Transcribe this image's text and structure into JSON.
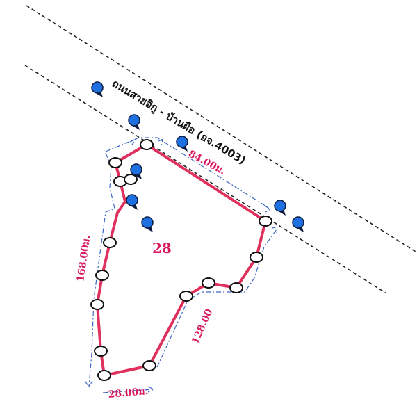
{
  "map": {
    "road_name": "ถนนสายอิกู - บ้านผือ (อจ.4003)",
    "parcel_number": "28",
    "dimensions": {
      "north_edge": "84.00ม.",
      "west_edge": "168.00ม.",
      "south_edge": "28.00ม.",
      "southeast_edge": "128.00"
    },
    "colors": {
      "boundary": "#e0315e",
      "marker": "#1e6fe0",
      "dimension_text": "#d81b60",
      "road_line": "#222222",
      "guide_line": "#3a66c4"
    },
    "icons": {
      "boundary_vertex": "circle-marker-icon",
      "location_pin": "blue-pin-icon"
    }
  }
}
